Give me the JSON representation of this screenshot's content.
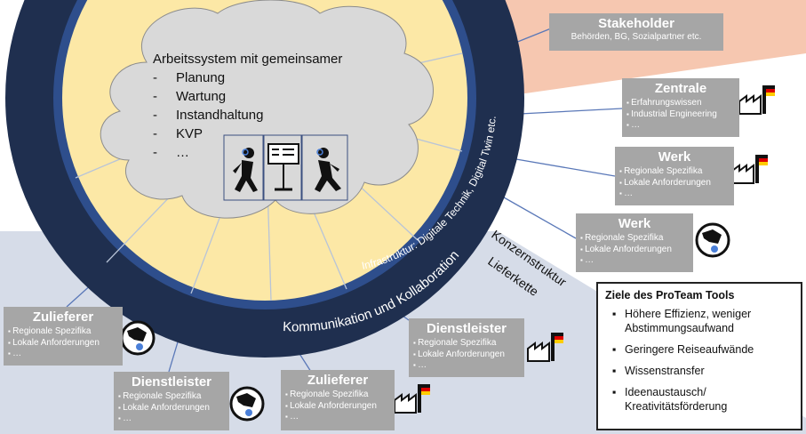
{
  "cloud": {
    "title": "Arbeitssystem mit gemeinsamer",
    "items": [
      "Planung",
      "Wartung",
      "Instandhaltung",
      "KVP",
      "…"
    ],
    "dash": "-"
  },
  "ring_labels": {
    "infrastructure": "Infrastruktur: Digitale Technik, Digital Twin etc.",
    "communication": "Kommunikation und Kollaboration"
  },
  "zone_labels": {
    "konzern": "Konzernstruktur",
    "lieferkette": "Lieferkette"
  },
  "nodes": {
    "stakeholder": {
      "title": "Stakeholder",
      "subtitle": "Behörden, BG, Sozialpartner etc."
    },
    "zentrale": {
      "title": "Zentrale",
      "items": [
        "Erfahrungswissen",
        "Industrial Engineering",
        "…"
      ]
    },
    "werk1": {
      "title": "Werk",
      "items": [
        "Regionale Spezifika",
        "Lokale Anforderungen",
        "…"
      ]
    },
    "werk2": {
      "title": "Werk",
      "items": [
        "Regionale Spezifika",
        "Lokale Anforderungen",
        "…"
      ]
    },
    "zulieferer1": {
      "title": "Zulieferer",
      "items": [
        "Regionale Spezifika",
        "Lokale Anforderungen",
        "…"
      ]
    },
    "dienstleister1": {
      "title": "Dienstleister",
      "items": [
        "Regionale Spezifika",
        "Lokale Anforderungen",
        "…"
      ]
    },
    "zulieferer2": {
      "title": "Zulieferer",
      "items": [
        "Regionale Spezifika",
        "Lokale Anforderungen",
        "…"
      ]
    },
    "dienstleister2": {
      "title": "Dienstleister",
      "items": [
        "Regionale Spezifika",
        "Lokale Anforderungen",
        "…"
      ]
    }
  },
  "goals": {
    "title": "Ziele des ProTeam Tools",
    "items": [
      "Höhere Effizienz, weniger Abstimmungsaufwand",
      "Geringere Reiseaufwände",
      "Wissenstransfer",
      "Ideenaustausch/ Kreativitätsförderung"
    ]
  },
  "colors": {
    "outer_ring": "#1f2f4f",
    "inner_ring": "#2e4e8c",
    "yellow": "#fce8a6",
    "cloud": "#d9d9d9",
    "peach": "#f6c7b0",
    "grey_zone": "#d6dce8",
    "box": "#a6a6a6"
  }
}
